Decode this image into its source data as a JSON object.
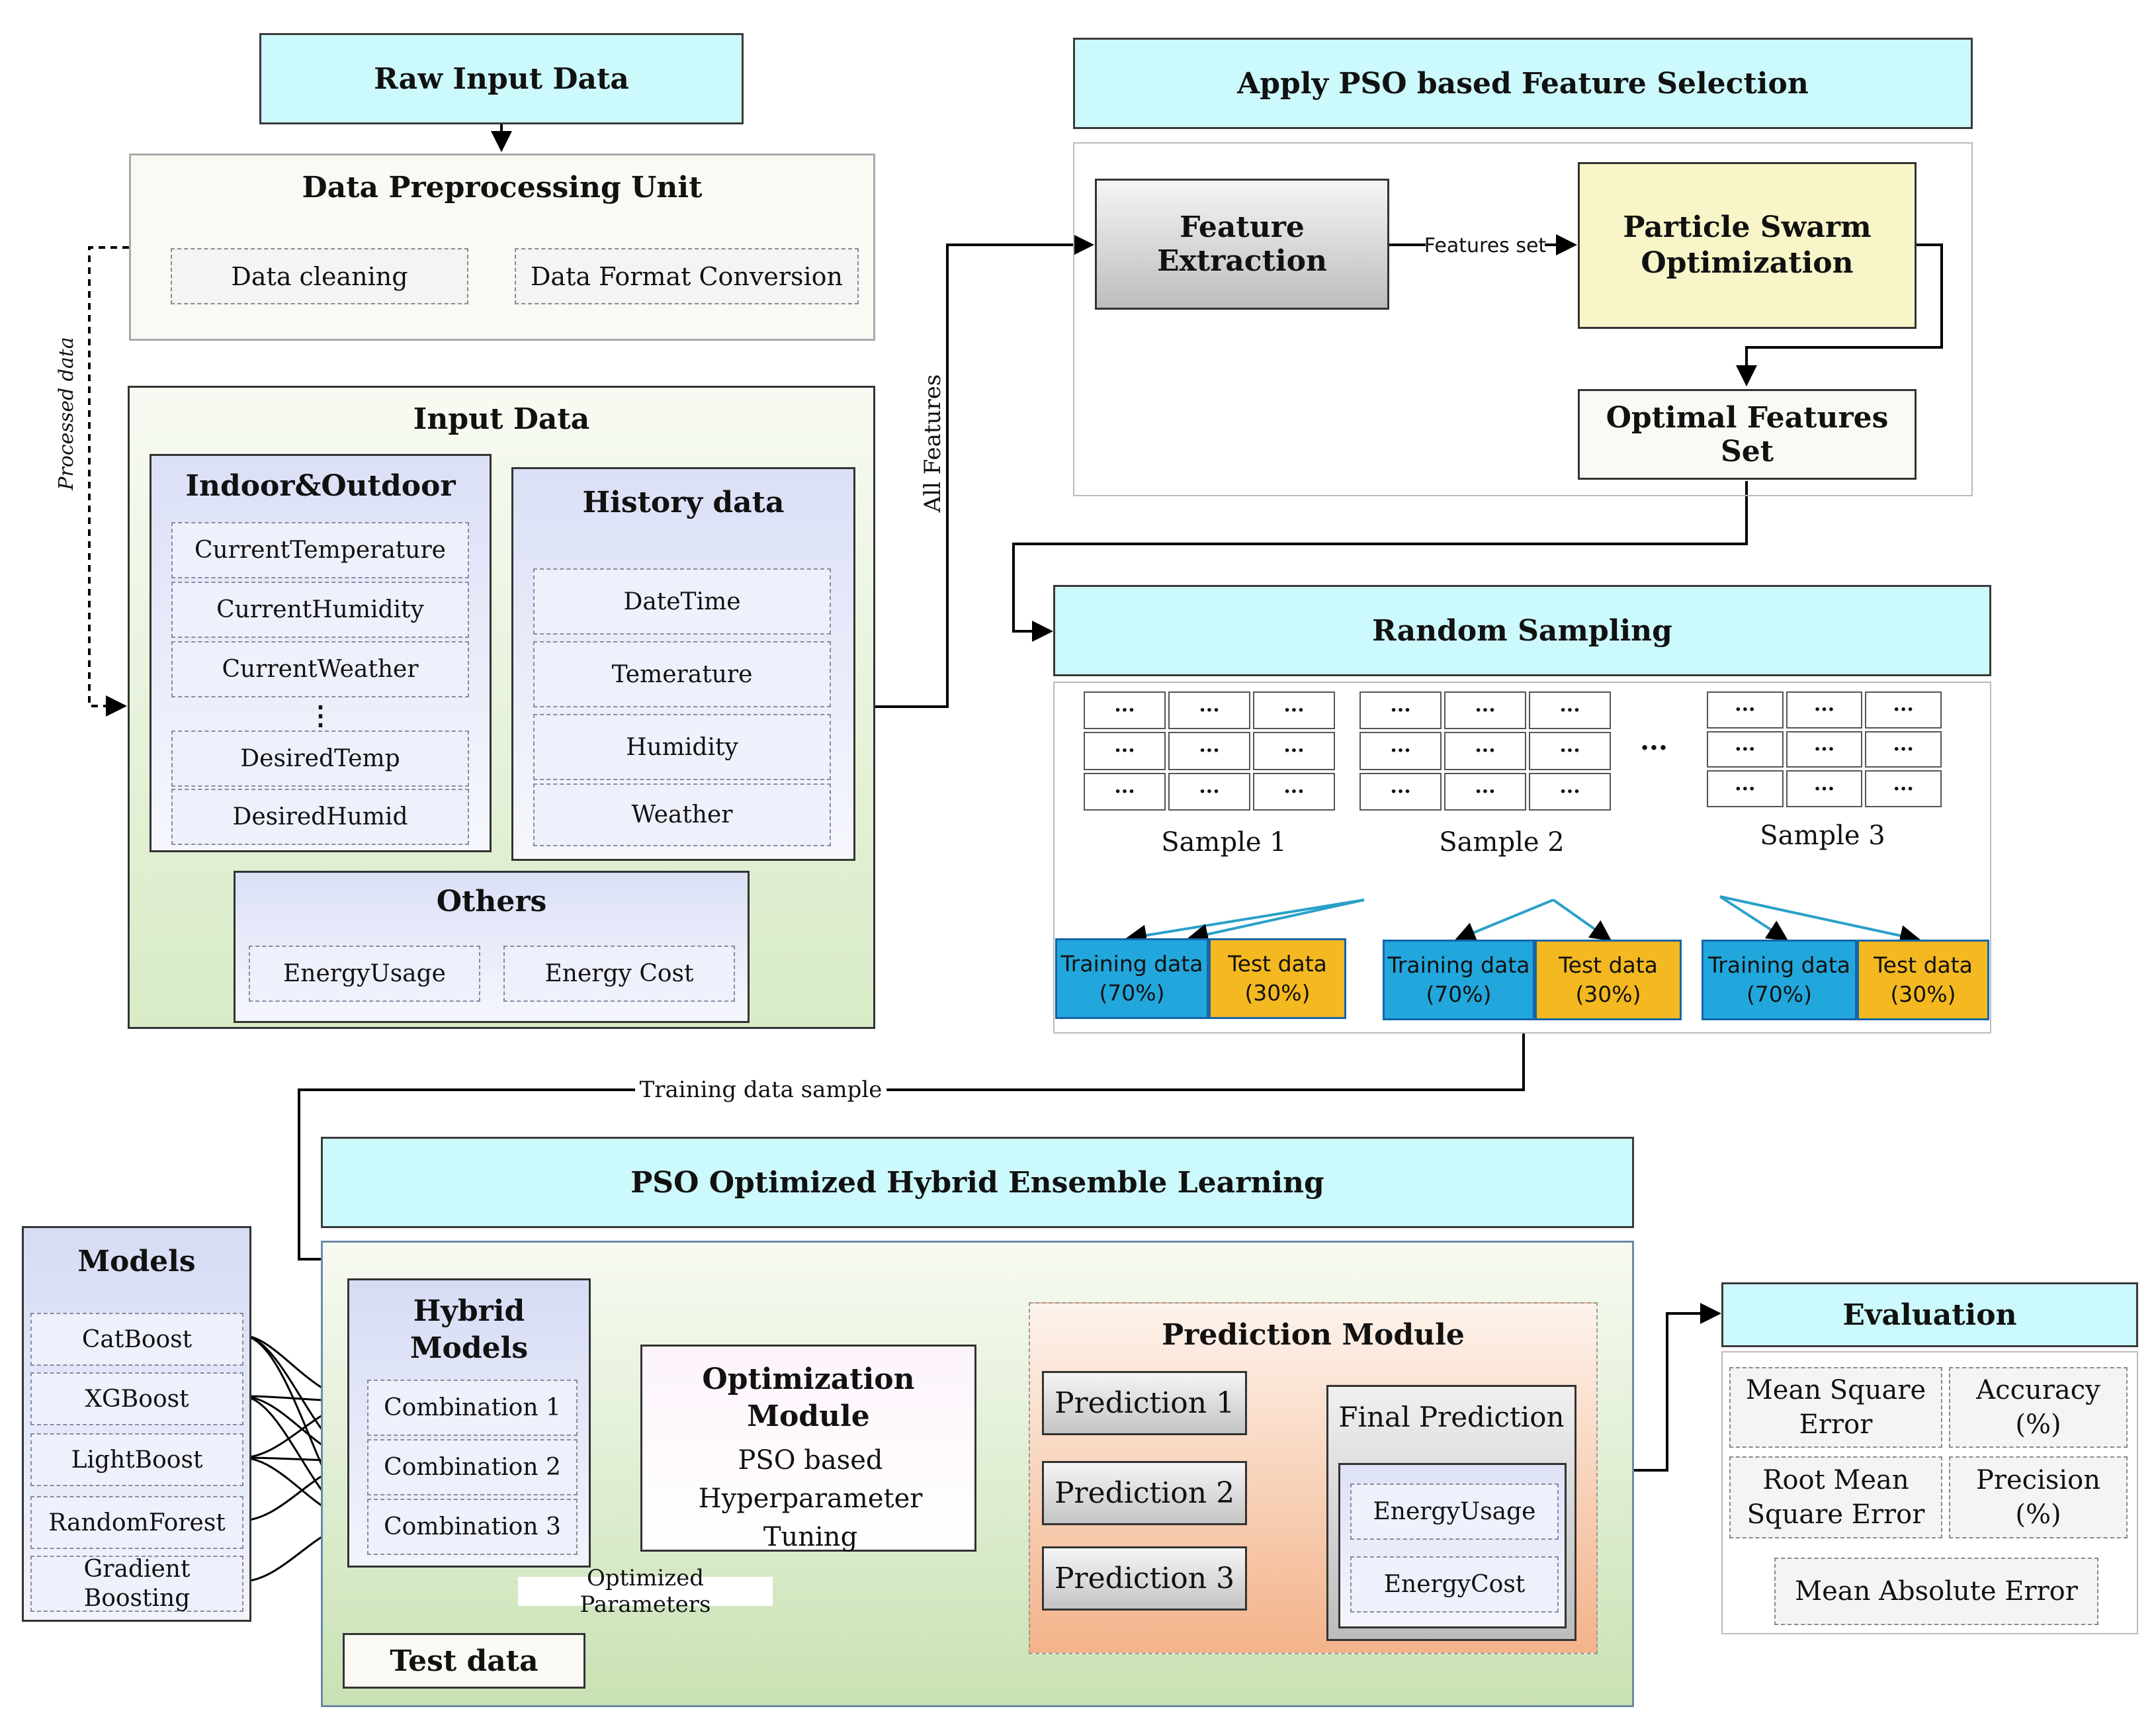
{
  "raw_input": "Raw Input Data",
  "preprocess": {
    "title": "Data Preprocessing Unit",
    "items": [
      "Data cleaning",
      "Data Format Conversion"
    ]
  },
  "processed_label": "Processed data",
  "input_data": {
    "title": "Input Data",
    "indoor": {
      "title": "Indoor&Outdoor",
      "items": [
        "CurrentTemperature",
        "CurrentHumidity",
        "CurrentWeather",
        "DesiredTemp",
        "DesiredHumid"
      ],
      "ellipsis": "⋮"
    },
    "history": {
      "title": "History data",
      "items": [
        "DateTime",
        "Temerature",
        "Humidity",
        "Weather"
      ]
    },
    "others": {
      "title": "Others",
      "items": [
        "EnergyUsage",
        "Energy Cost"
      ]
    }
  },
  "all_features": "All Features",
  "pso_fs": {
    "title": "Apply PSO based Feature Selection",
    "feature_extraction": "Feature Extraction",
    "features_set": "Features set",
    "pso": "Particle Swarm Optimization",
    "optimal": "Optimal Features Set"
  },
  "sampling": {
    "title": "Random Sampling",
    "cell": "···",
    "dots": "···",
    "samples": [
      "Sample 1",
      "Sample 2",
      "Sample 3"
    ],
    "training": "Training data (70%)",
    "test": "Test data (30%)"
  },
  "training_sample": "Training data sample",
  "ensemble": {
    "title": "PSO Optimized Hybrid Ensemble Learning"
  },
  "models": {
    "title": "Models",
    "items": [
      "CatBoost",
      "XGBoost",
      "LightBoost",
      "RandomForest",
      "Gradient Boosting"
    ]
  },
  "hybrid": {
    "title": "Hybrid Models",
    "items": [
      "Combination 1",
      "Combination 2",
      "Combination 3"
    ]
  },
  "optimization": {
    "title": "Optimization Module",
    "sub": "PSO based Hyperparameter Tuning",
    "optimized": "Optimized Parameters"
  },
  "test_data": "Test data",
  "prediction": {
    "title": "Prediction Module",
    "items": [
      "Prediction 1",
      "Prediction 2",
      "Prediction 3"
    ],
    "final": "Final Prediction",
    "outputs": [
      "EnergyUsage",
      "EnergyCost"
    ]
  },
  "evaluation": {
    "title": "Evaluation",
    "metrics": [
      "Mean Square Error",
      "Accuracy (%)",
      "Root Mean Square Error",
      "Precision (%)",
      "Mean Absolute Error"
    ]
  }
}
